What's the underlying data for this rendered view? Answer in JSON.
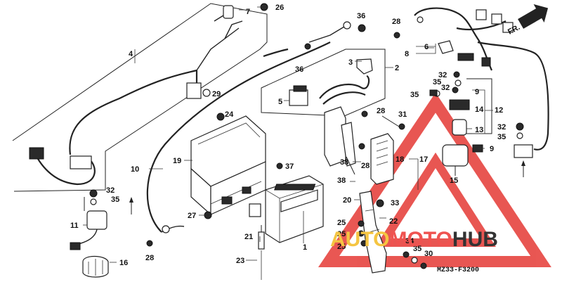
{
  "diagram": {
    "code": "MZ33-F3200",
    "direction_label": "FR.",
    "watermark": "AUTOMOTOHUB",
    "watermark_colors": {
      "triangle": "#e53935",
      "auto": "#f5c542",
      "moto": "#ef5350",
      "hub": "#333333"
    },
    "labels": {
      "n1": "1",
      "n2": "2",
      "n3": "3",
      "n4": "4",
      "n5": "5",
      "n6": "6",
      "n7": "7",
      "n8": "8",
      "n9a": "9",
      "n9b": "9",
      "n10": "10",
      "n11": "11",
      "n12": "12",
      "n13": "13",
      "n14": "14",
      "n15": "15",
      "n16": "16",
      "n17": "17",
      "n18": "18",
      "n19": "19",
      "n20": "20",
      "n21": "21",
      "n22": "22",
      "n23": "23",
      "n24": "24",
      "n25a": "25",
      "n25b": "25",
      "n25c": "25",
      "n26": "26",
      "n27": "27",
      "n28a": "28",
      "n28b": "28",
      "n28c": "28",
      "n28d": "28",
      "n29": "29",
      "n30": "30",
      "n31": "31",
      "n32a": "32",
      "n32b": "32",
      "n32c": "32",
      "n32d": "32",
      "n33": "33",
      "n34": "34",
      "n35a": "35",
      "n35b": "35",
      "n35c": "35",
      "n35d": "35",
      "n35e": "35",
      "n36a": "36",
      "n36b": "36",
      "n37": "37",
      "n38a": "38",
      "n38b": "38"
    }
  }
}
